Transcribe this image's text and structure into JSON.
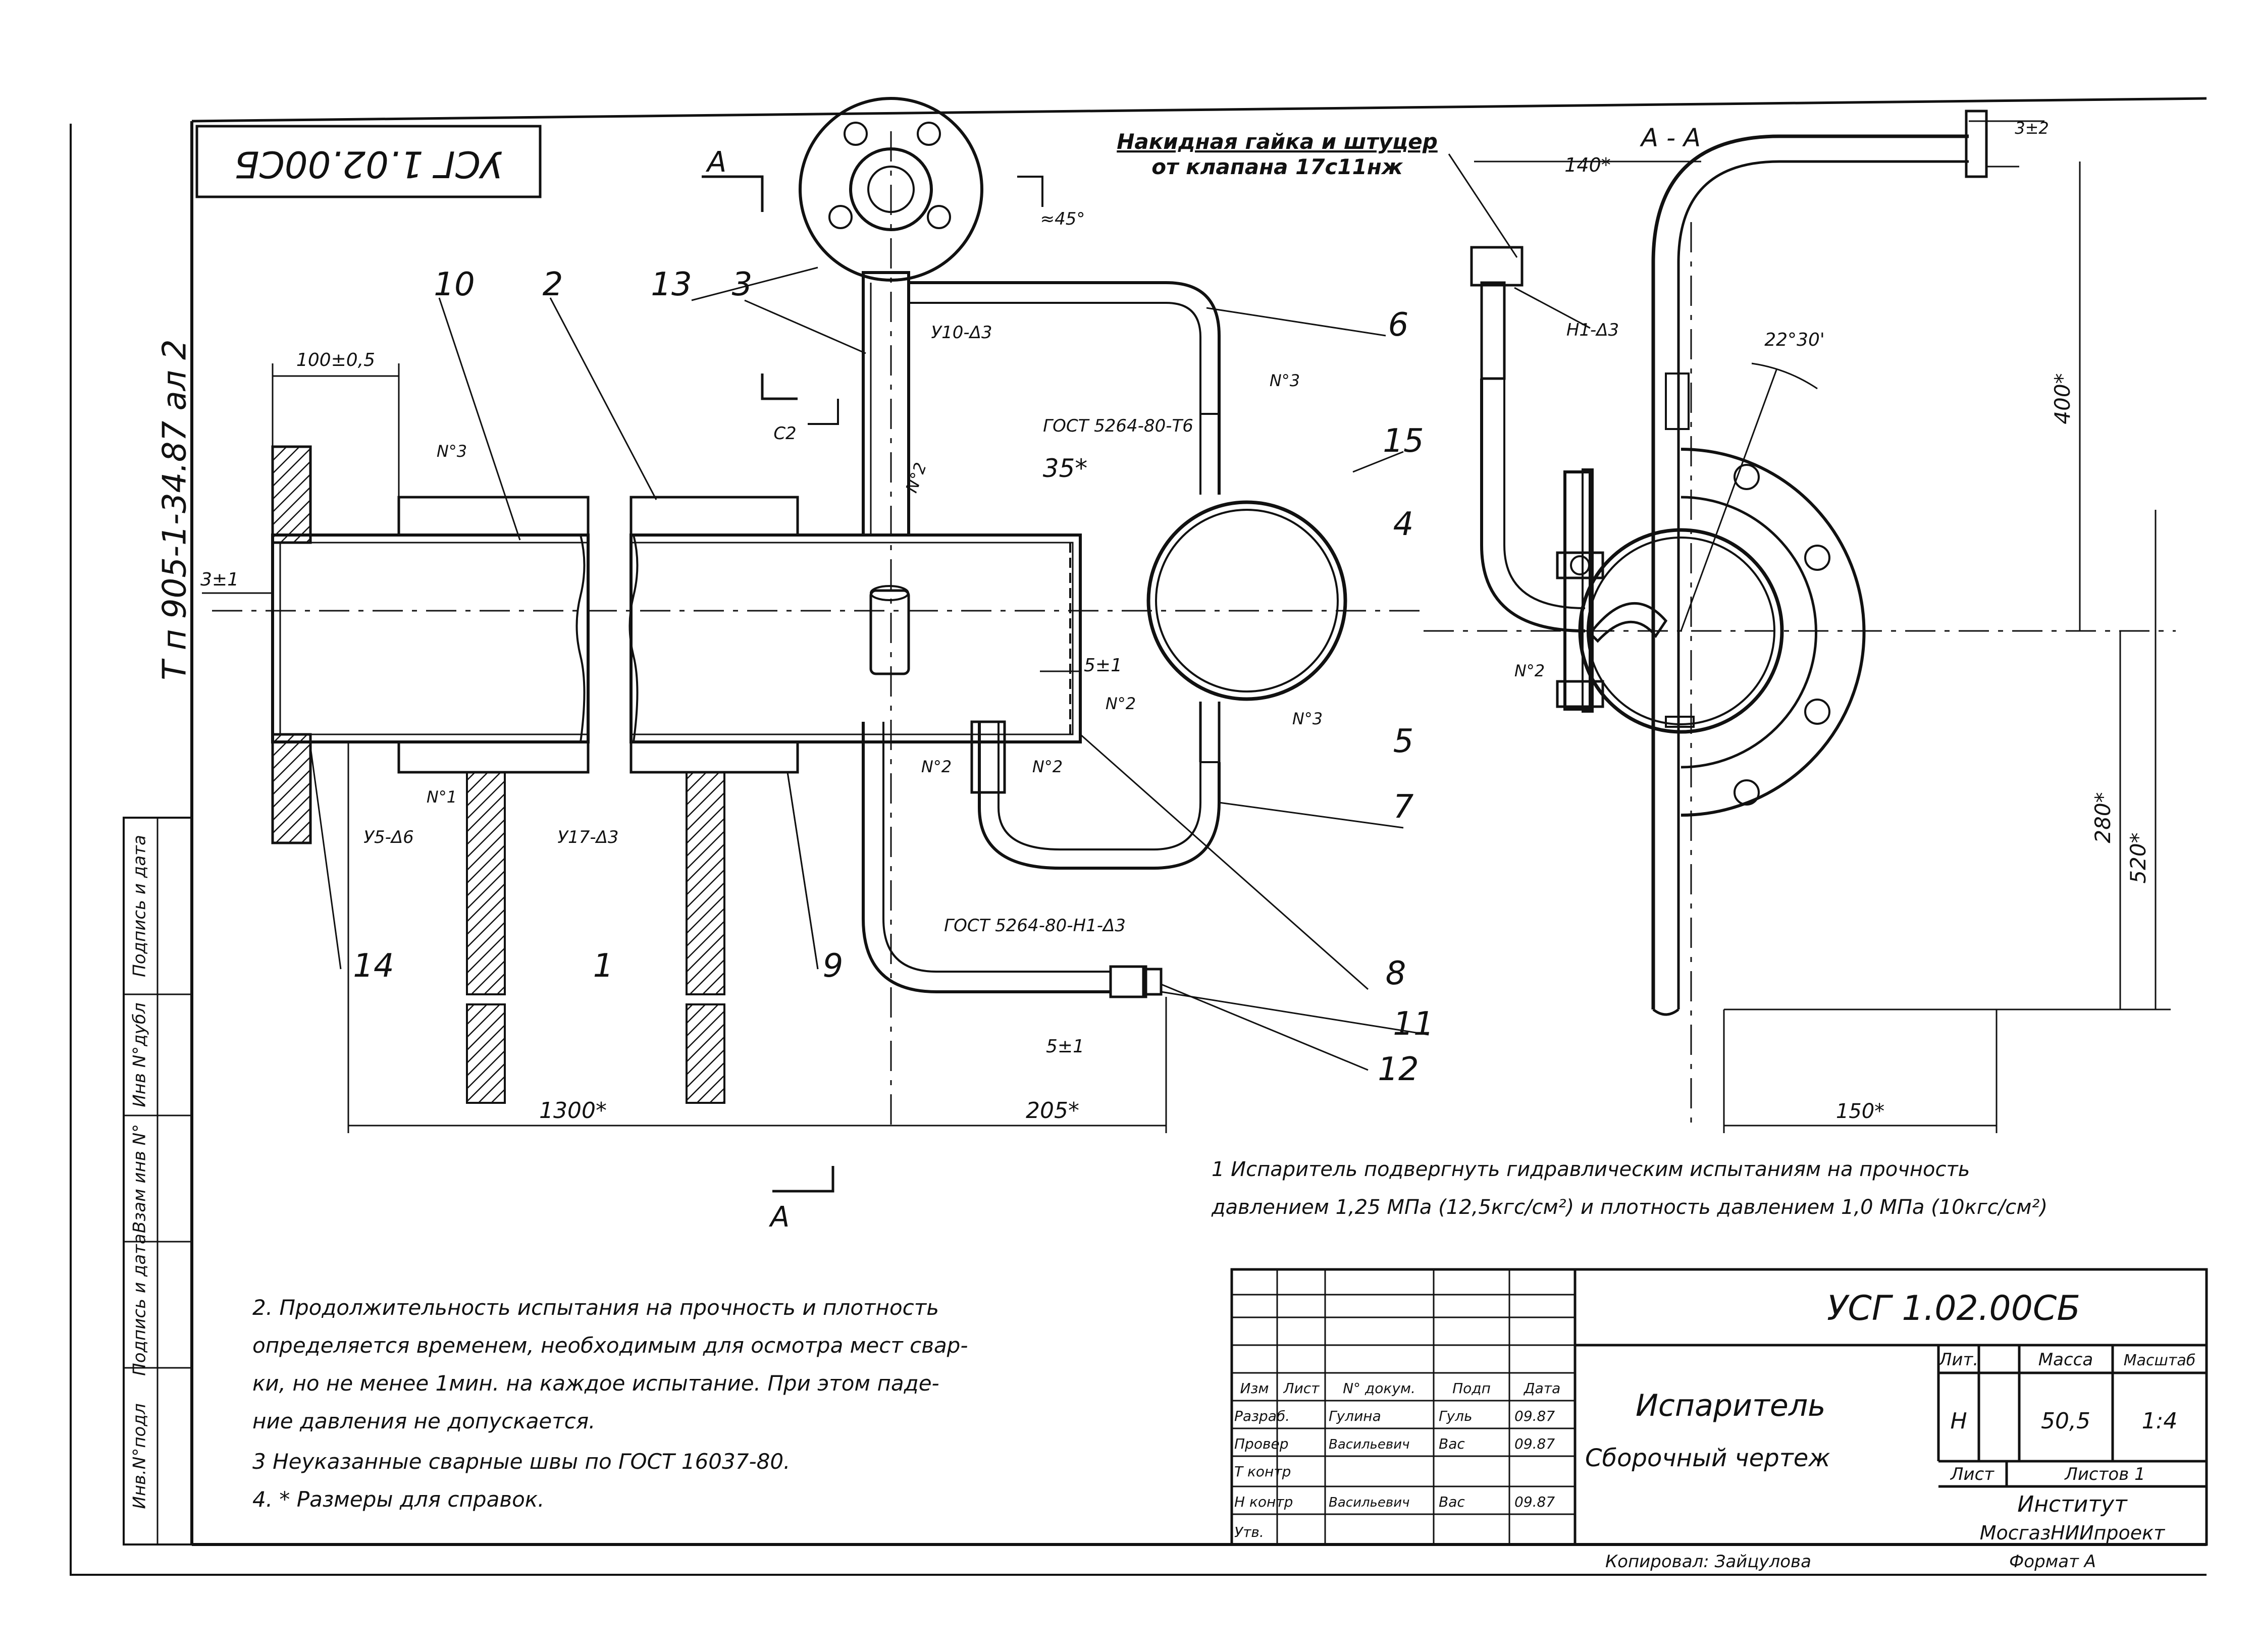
{
  "header": {
    "stamp_code_rotated": "УСГ 1.02.00СБ",
    "series_rotated": "Т п 905-1-34.87 ал 2"
  },
  "top_view": {
    "section_A_label": "А",
    "section_A_bottom": "А",
    "nut_note_line1": "Накидная гайка и штуцер",
    "nut_note_line2": "от клапана 17с11нж",
    "angle_45": "≈45°"
  },
  "side_view": {
    "section_title": "А - А",
    "dim_140": "140*",
    "dim_3": "3±2",
    "angle": "22°30'",
    "dim_400": "400*",
    "dim_280": "280*",
    "dim_520": "520*",
    "dim_150": "150*",
    "weld_h1": "Н1-Δ3",
    "weld_n2": "N°2"
  },
  "front_view": {
    "callouts": [
      "10",
      "2",
      "13",
      "3",
      "6",
      "15",
      "4",
      "5",
      "7",
      "8",
      "11",
      "12",
      "14",
      "1",
      "9"
    ],
    "dim_100": "100±0,5",
    "dim_3": "3±1",
    "dim_35": "35*",
    "dim_5": "5±1",
    "dim_5b": "5±1",
    "dim_1300": "1300*",
    "dim_205": "205*",
    "weld_y10": "У10-Δ3",
    "weld_c2": "С2",
    "weld_gost_t6": "ГОСТ 5264-80-Т6",
    "weld_n3a": "N°3",
    "weld_n3b": "N°3",
    "weld_n3c": "N°3",
    "weld_n2a": "N°2",
    "weld_n2b": "N°2",
    "weld_n2c": "N°2",
    "weld_n2d": "N°2",
    "weld_n1": "N°1",
    "weld_y5": "У5-Δ6",
    "weld_y17": "У17-Δ3",
    "weld_gost_h1": "ГОСТ 5264-80-Н1-Δ3"
  },
  "notes": {
    "note1_line1": "1 Испаритель подвергнуть гидравлическим испытаниям на прочность",
    "note1_line2": "давлением 1,25 МПа (12,5кгс/см²) и плотность давлением 1,0 МПа (10кгс/см²)",
    "note2_line1": "2. Продолжительность испытания на прочность и плотность",
    "note2_line2": "определяется временем, необходимым для осмотра мест свар-",
    "note2_line3": "ки, но не менее 1мин. на каждое испытание. При этом паде-",
    "note2_line4": "ние давления не допускается.",
    "note3": "3 Неуказанные сварные швы по ГОСТ 16037-80.",
    "note4": "4. * Размеры для справок."
  },
  "side_strip": {
    "labels": [
      "Инв.N°подл",
      "Подпись и дата",
      "Взам инв N°",
      "Инв N°дубл",
      "Подпись и дата"
    ]
  },
  "title_block": {
    "doc_code": "УСГ 1.02.00СБ",
    "title_line1": "Испаритель",
    "title_line2": "Сборочный чертеж",
    "col_izm": "Изм",
    "col_list": "Лист",
    "col_doc": "N° докум.",
    "col_podp": "Подп",
    "col_data": "Дата",
    "row_razrab": "Разраб.",
    "row_prover": "Провер",
    "row_tkontr": "Т контр",
    "row_nkontr": "Н контр",
    "row_utv": "Утв.",
    "name_razrab": "Гулина",
    "name_prover": "Васильевич",
    "name_nkontr": "Васильевич",
    "sign_razrab": "Гуль",
    "sign_prover": "Вас",
    "sign_nkontr": "Вас",
    "date_razrab": "09.87",
    "date_prover": "09.87",
    "date_nkontr": "09.87",
    "lit_label": "Лит.",
    "mass_label": "Масса",
    "scale_label": "Масштаб",
    "lit_value": "Н",
    "mass_value": "50,5",
    "scale_value": "1:4",
    "sheet_label": "Лист",
    "sheets_label": "Листов 1",
    "org_line1": "Институт",
    "org_line2": "МосгазНИИпроект",
    "copied": "Копировал: Зайцулова",
    "format": "Формат А"
  }
}
